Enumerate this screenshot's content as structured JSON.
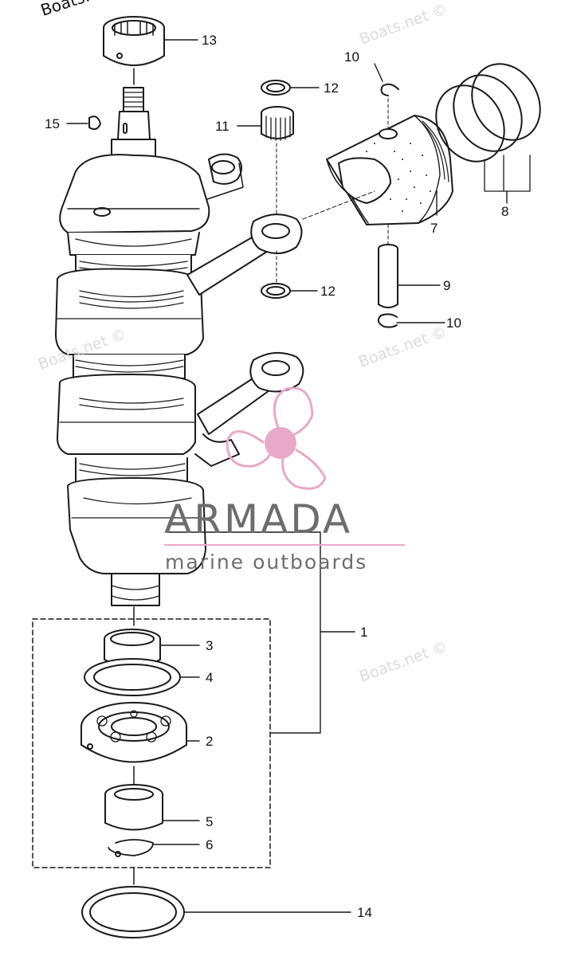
{
  "watermarks": {
    "top_left": "Boats.net ©",
    "faded": [
      "Boats.net ©",
      "Boats.net ©",
      "Boats.net ©",
      "Boats.net ©"
    ]
  },
  "brand": {
    "name": "ARMADA",
    "tagline": "marine outboards",
    "logo_color": "#e8a9c8",
    "text_color": "#6d6d6d"
  },
  "callouts": [
    {
      "id": "callout-1",
      "number": "1"
    },
    {
      "id": "callout-2",
      "number": "2"
    },
    {
      "id": "callout-3",
      "number": "3"
    },
    {
      "id": "callout-4",
      "number": "4"
    },
    {
      "id": "callout-5",
      "number": "5"
    },
    {
      "id": "callout-6",
      "number": "6"
    },
    {
      "id": "callout-7",
      "number": "7"
    },
    {
      "id": "callout-8",
      "number": "8"
    },
    {
      "id": "callout-9",
      "number": "9"
    },
    {
      "id": "callout-10a",
      "number": "10"
    },
    {
      "id": "callout-10b",
      "number": "10"
    },
    {
      "id": "callout-11",
      "number": "11"
    },
    {
      "id": "callout-12a",
      "number": "12"
    },
    {
      "id": "callout-12b",
      "number": "12"
    },
    {
      "id": "callout-13",
      "number": "13"
    },
    {
      "id": "callout-14",
      "number": "14"
    },
    {
      "id": "callout-15",
      "number": "15"
    }
  ]
}
